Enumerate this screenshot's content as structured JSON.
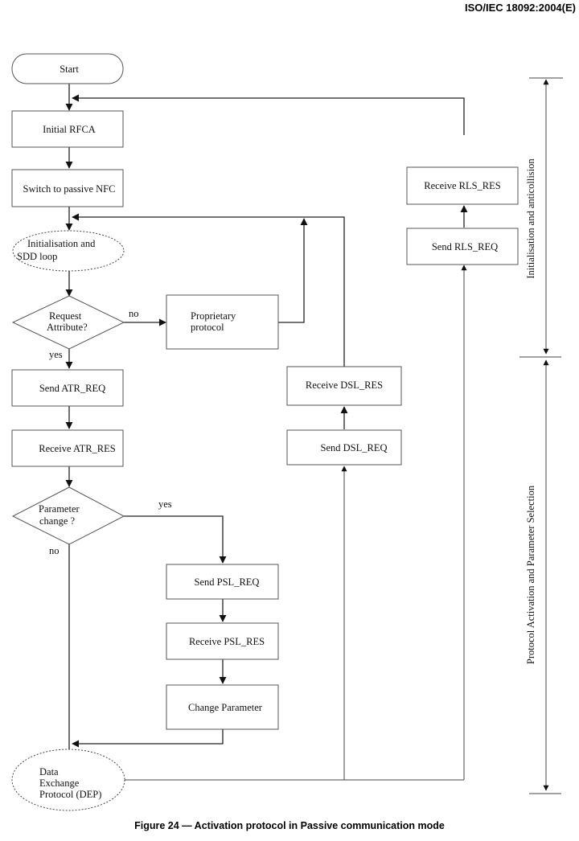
{
  "header": {
    "standard_id": "ISO/IEC 18092:2004(E)"
  },
  "diagram": {
    "start": "Start",
    "initial_rfca": "Initial RFCA",
    "switch_passive": "Switch to passive NFC",
    "init_sdd_line1": "Initialisation and",
    "init_sdd_line2": "SDD  loop",
    "request_attr_line1": "Request",
    "request_attr_line2": "Attribute?",
    "no_label_1": "no",
    "yes_label_1": "yes",
    "proprietary_line1": "Proprietary",
    "proprietary_line2": "protocol",
    "send_atr_req": "Send ATR_REQ",
    "receive_atr_res": "Receive ATR_RES",
    "param_change_line1": "Parameter",
    "param_change_line2": "change ?",
    "yes_label_2": "yes",
    "no_label_2": "no",
    "send_psl_req": "Send PSL_REQ",
    "receive_psl_res": "Receive PSL_RES",
    "change_parameter": "Change Parameter",
    "dep_line1": "Data",
    "dep_line2": "Exchange",
    "dep_line3": "Protocol (DEP)",
    "receive_dsl_res": "Receive DSL_RES",
    "send_dsl_req": "Send DSL_REQ",
    "receive_rls_res": "Receive RLS_RES",
    "send_rls_req": "Send RLS_REQ"
  },
  "phases": {
    "top": "Initialisation and anticollision",
    "bottom": "Protocol Activation and Parameter Selection"
  },
  "caption": "Figure 24 — Activation protocol in Passive communication mode"
}
